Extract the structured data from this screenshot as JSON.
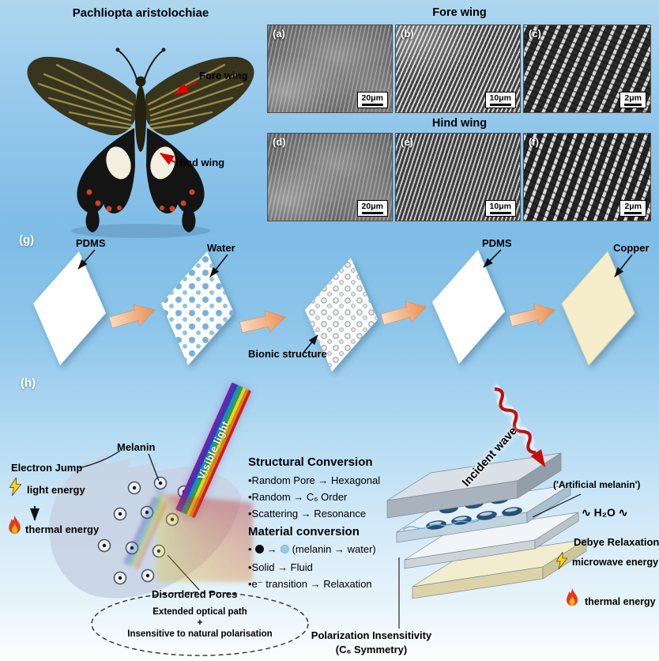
{
  "top": {
    "butterfly_title": "Pachliopta aristolochiae",
    "fore_wing_header": "Fore wing",
    "hind_wing_header": "Hind wing",
    "fore_wing_label": "Fore wing",
    "hind_wing_label": "Hind wing",
    "panels": [
      {
        "letter": "(a)",
        "scale": "20μm"
      },
      {
        "letter": "(b)",
        "scale": "10μm"
      },
      {
        "letter": "(c)",
        "scale": "2μm"
      },
      {
        "letter": "(d)",
        "scale": "20μm"
      },
      {
        "letter": "(e)",
        "scale": "10μm"
      },
      {
        "letter": "(f)",
        "scale": "2μm"
      }
    ]
  },
  "process": {
    "label": "(g)",
    "pdms1": "PDMS",
    "water": "Water",
    "bionic": "Bionic structure",
    "pdms2": "PDMS",
    "copper": "Copper"
  },
  "mechanism": {
    "label": "(h)",
    "electron_jump": "Electron Jump",
    "light_energy": "light energy",
    "thermal_energy_left": "thermal energy",
    "melanin": "Melanin",
    "visible_light": "Visible light",
    "disordered_pores": "Disordered Pores",
    "ellipse": {
      "line1": "Extended optical path",
      "plus": "+",
      "line2": "Insensitive to natural polarisation"
    },
    "structural_title": "Structural Conversion",
    "structural_items": [
      "•Random Pore → Hexagonal",
      "•Random → C₆ Order",
      "•Scattering → Resonance"
    ],
    "material_title": "Material conversion",
    "material_item1_bullet": "•",
    "material_item1_arrow": "→",
    "material_item1_text": "(melanin → water)",
    "material_items": [
      "•Solid → Fluid",
      "•e⁻ transition → Relaxation"
    ],
    "incident_wave": "Incident wave",
    "artificial_melanin": "('Artificial melanin')",
    "h2o": "∿ H₂O ∿",
    "debye": "Debye Relaxation",
    "microwave_energy": "microwave energy",
    "thermal_energy_right": "thermal energy",
    "polarization_line1": "Polarization Insensitivity",
    "polarization_line2": "(C₆ Symmetry)"
  },
  "colors": {
    "background_blue": "#7ebce6",
    "process_arrow_orange": "#ec8f55",
    "incident_wave_red": "#c40d0d",
    "copper_film": "#f6eecb",
    "water_dot_blue": "#79b1d8"
  }
}
